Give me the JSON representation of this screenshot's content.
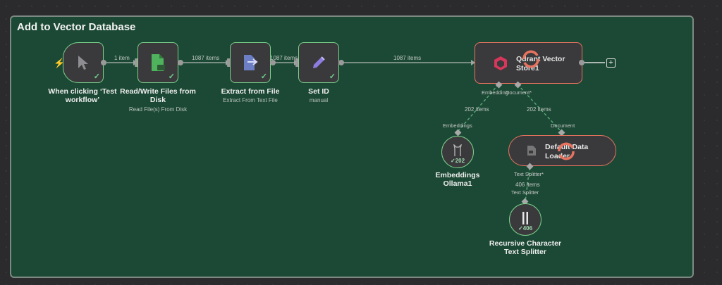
{
  "group": {
    "title": "Add to Vector Database"
  },
  "nodes": {
    "trigger": {
      "label": "When clicking ‘Test workflow’",
      "icon": "pointer-icon"
    },
    "readwrite": {
      "label": "Read/Write Files from Disk",
      "sub": "Read File(s) From Disk",
      "icon": "file-icon"
    },
    "extract": {
      "label": "Extract from File",
      "sub": "Extract From Text File",
      "icon": "file-export-icon"
    },
    "setid": {
      "label": "Set ID",
      "sub": "manual",
      "icon": "pencil-icon"
    },
    "qdrant": {
      "label": "Qdrant Vector Store1",
      "icon": "qdrant-icon"
    },
    "embeddings": {
      "label": "Embeddings Ollama1",
      "count": "202",
      "icon": "llama-icon"
    },
    "loader": {
      "label": "Default Data Loader",
      "icon": "document-icon"
    },
    "splitter": {
      "label": "Recursive Character Text Splitter",
      "count": "406",
      "icon": "split-icon"
    }
  },
  "edges": {
    "e1": "1 item",
    "e2": "1087 items",
    "e3": "1087 items",
    "e4": "1087 items",
    "emb": "202 items",
    "doc": "202 items",
    "split": "406 items"
  },
  "connectors": {
    "q_emb": "Embedding",
    "q_doc": "Document*",
    "emb_in": "Embeddings",
    "doc_in": "Document",
    "loader_split": "Text Splitter*",
    "split_in": "Text Splitter"
  },
  "colors": {
    "group_bg": "#1c4935",
    "success": "#7bd18a",
    "running": "#e8735e"
  }
}
